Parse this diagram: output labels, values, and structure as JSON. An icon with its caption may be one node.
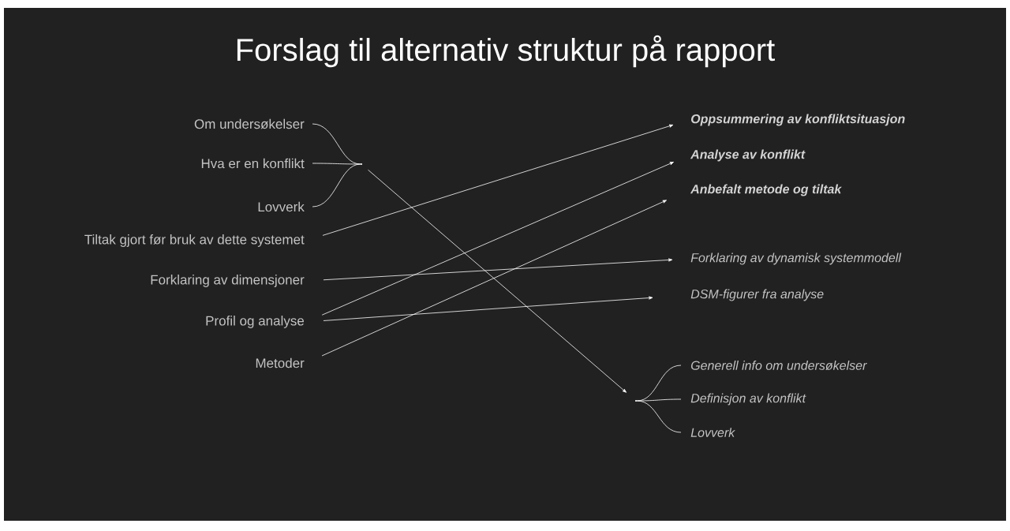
{
  "diagram": {
    "title": "Forslag til alternativ struktur på rapport",
    "nodes": [
      {
        "text": [
          "Om undersøkelser"
        ]
      },
      {
        "text": [
          "Hva er en konflikt"
        ]
      },
      {
        "text": [
          "Lovverk"
        ]
      },
      {
        "text": [
          "Tiltak gjort før bruk av dette systemet"
        ]
      },
      {
        "text": [
          "Forklaring av dimensjoner"
        ]
      },
      {
        "text": [
          "Profil og analyse"
        ]
      },
      {
        "text": [
          "Metoder"
        ]
      },
      {
        "text": [],
        "shape": "point"
      },
      {
        "text": [
          "Oppsummering av konfliktsituasjon"
        ]
      },
      {
        "text": [
          "Analyse av konflikt"
        ]
      },
      {
        "text": [
          "Anbefalt metode og tiltak"
        ]
      },
      {
        "text": [
          "Forklaring av dynamisk systemmodell"
        ]
      },
      {
        "text": [
          "DSM-figurer fra analyse"
        ]
      },
      {
        "text": [],
        "shape": "point"
      },
      {
        "text": [
          "Generell info om undersøkelser"
        ]
      },
      {
        "text": [
          "Definisjon av konflikt"
        ]
      },
      {
        "text": [
          "Lovverk"
        ]
      }
    ],
    "edges": [
      {
        "from": 0,
        "to": 7,
        "arrow": "none"
      },
      {
        "from": 1,
        "to": 7,
        "arrow": "none"
      },
      {
        "from": 2,
        "to": 7,
        "arrow": "none"
      },
      {
        "from": 7,
        "to": 13,
        "arrow": "to"
      },
      {
        "from": 3,
        "to": 8,
        "arrow": "to"
      },
      {
        "from": 4,
        "to": 11,
        "arrow": "to"
      },
      {
        "from": 5,
        "to": 9,
        "arrow": "to"
      },
      {
        "from": 5,
        "to": 12,
        "arrow": "to"
      },
      {
        "from": 6,
        "to": 10,
        "arrow": "to"
      },
      {
        "from": 13,
        "to": 14,
        "arrow": "none"
      },
      {
        "from": 13,
        "to": 15,
        "arrow": "none"
      },
      {
        "from": 13,
        "to": 16,
        "arrow": "none"
      }
    ]
  }
}
